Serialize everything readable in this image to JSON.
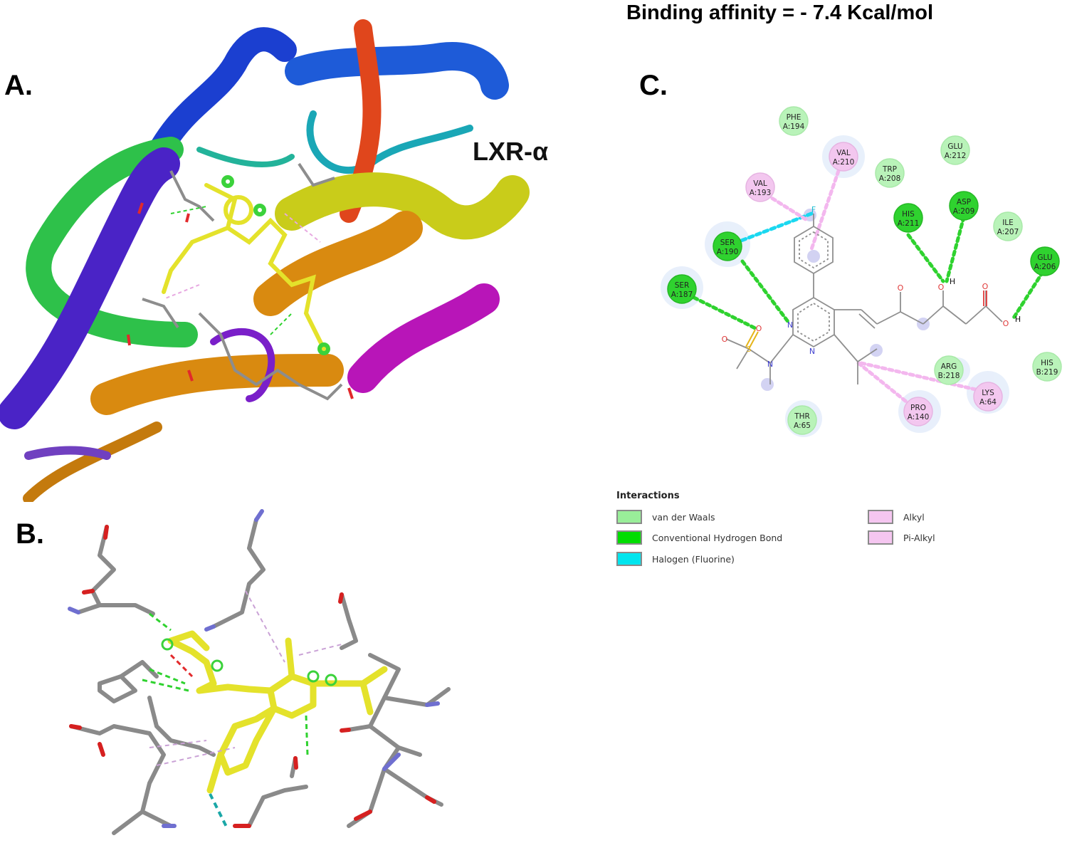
{
  "affinity_text": "Binding affinity = - 7.4 Kcal/mol",
  "panels": {
    "a": "A.",
    "b": "B.",
    "c": "C."
  },
  "protein_label": "LXR-α",
  "diagram_2d": {
    "residues": [
      {
        "name": "PHE",
        "id": "A:194",
        "type": "vdw"
      },
      {
        "name": "VAL",
        "id": "A:210",
        "type": "alkyl"
      },
      {
        "name": "GLU",
        "id": "A:212",
        "type": "vdw"
      },
      {
        "name": "VAL",
        "id": "A:193",
        "type": "alkyl"
      },
      {
        "name": "TRP",
        "id": "A:208",
        "type": "vdw"
      },
      {
        "name": "HIS",
        "id": "A:211",
        "type": "hbond"
      },
      {
        "name": "ASP",
        "id": "A:209",
        "type": "hbond"
      },
      {
        "name": "ILE",
        "id": "A:207",
        "type": "vdw"
      },
      {
        "name": "SER",
        "id": "A:190",
        "type": "hbond"
      },
      {
        "name": "GLU",
        "id": "A:206",
        "type": "hbond"
      },
      {
        "name": "SER",
        "id": "A:187",
        "type": "hbond"
      },
      {
        "name": "ARG",
        "id": "B:218",
        "type": "vdw"
      },
      {
        "name": "HIS",
        "id": "B:219",
        "type": "vdw"
      },
      {
        "name": "LYS",
        "id": "A:64",
        "type": "alkyl"
      },
      {
        "name": "PRO",
        "id": "A:140",
        "type": "alkyl"
      },
      {
        "name": "THR",
        "id": "A:65",
        "type": "vdw"
      }
    ],
    "atoms": {
      "N": "N",
      "O": "O",
      "H": "H",
      "S": "S",
      "F": "F"
    }
  },
  "legend": {
    "title": "Interactions",
    "items": [
      {
        "label": "van der Waals",
        "color": "#99ee99"
      },
      {
        "label": "Conventional Hydrogen Bond",
        "color": "#00dd00"
      },
      {
        "label": "Halogen (Fluorine)",
        "color": "#00e5ee"
      },
      {
        "label": "Alkyl",
        "color": "#f5c6f0"
      },
      {
        "label": "Pi-Alkyl",
        "color": "#f5c6f0"
      }
    ]
  },
  "colors": {
    "vdw": "#b9f3b9",
    "hbond": "#2fd22f",
    "alkyl": "#f3c7ef",
    "halogen": "#1bd8f0",
    "ligand": "#e4e22b"
  }
}
